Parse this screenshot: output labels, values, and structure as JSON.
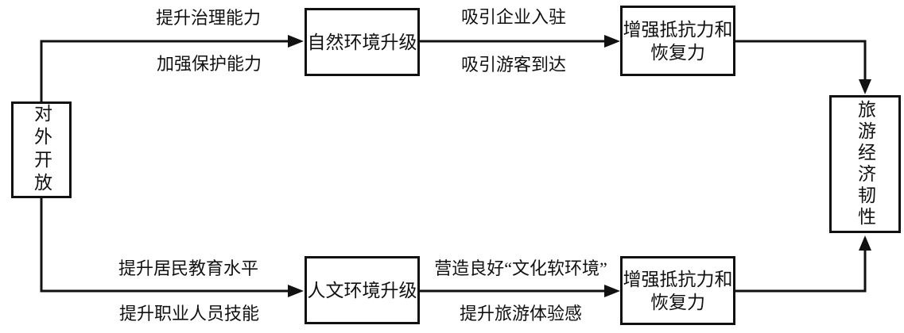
{
  "diagram": {
    "title_hint": "tourism-economic-resilience-flowchart",
    "background_color": "#ffffff",
    "line_color": "#111111",
    "nodes": {
      "opening_up": {
        "label": "对外开放",
        "orientation": "vertical"
      },
      "natural_env": {
        "label": "自然环境升级",
        "orientation": "horizontal"
      },
      "human_env": {
        "label": "人文环境升级",
        "orientation": "horizontal"
      },
      "resilience_top": {
        "label_line1": "增强抵抗力和",
        "label_line2": "恢复力"
      },
      "resilience_bottom": {
        "label_line1": "增强抵抗力和",
        "label_line2": "恢复力"
      },
      "tourism_resilience": {
        "label": "旅游经济韧性",
        "orientation": "vertical"
      }
    },
    "edge_labels": {
      "top_left_above": "提升治理能力",
      "top_left_below": "加强保护能力",
      "top_mid_above": "吸引企业入驻",
      "top_mid_below": "吸引游客到达",
      "bottom_left_above": "提升居民教育水平",
      "bottom_left_below": "提升职业人员技能",
      "bottom_mid_above": "营造良好“文化软环境”",
      "bottom_mid_below": "提升旅游体验感"
    }
  }
}
